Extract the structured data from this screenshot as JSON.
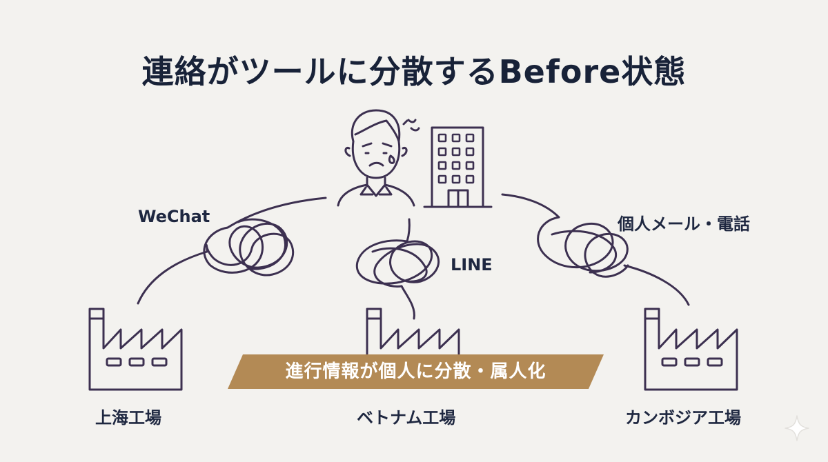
{
  "title": "連絡がツールに分散するBefore状態",
  "tools": {
    "left": "WeChat",
    "center": "LINE",
    "right": "個人メール・電話"
  },
  "factories": {
    "left": "上海工場",
    "center": "ベトナム工場",
    "right": "カンボジア工場"
  },
  "banner": "進行情報が個人に分散・属人化",
  "icons": {
    "person": "worried-person-icon",
    "office": "office-building-icon",
    "factory": "factory-icon",
    "tangle": "tangled-line-icon",
    "sparkle": "sparkle-icon"
  },
  "colors": {
    "background": "#f3f2ef",
    "stroke": "#3c3050",
    "banner": "#b38a55",
    "title": "#182238"
  }
}
